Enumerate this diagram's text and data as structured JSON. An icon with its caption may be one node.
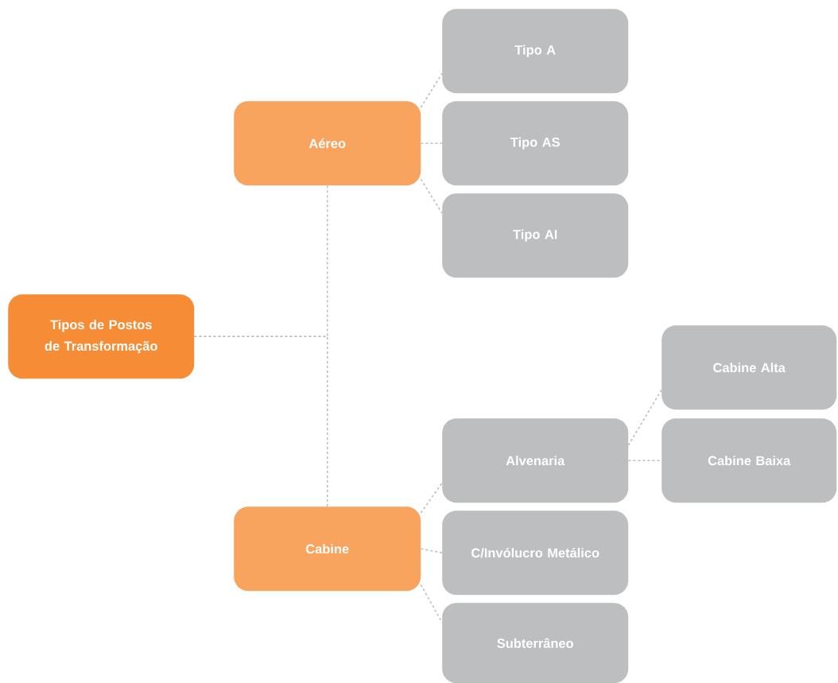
{
  "diagram": {
    "nodes": [
      {
        "text": [
          "Tipos de Postos de Transformação"
        ]
      },
      {
        "text": [
          "Aéreo"
        ]
      },
      {
        "text": [
          "Tipo A"
        ]
      },
      {
        "text": [
          "Tipo AS"
        ]
      },
      {
        "text": [
          "Tipo AI"
        ]
      },
      {
        "text": [
          "Cabine"
        ]
      },
      {
        "text": [
          "Alvenaria"
        ]
      },
      {
        "text": [
          "Cabine Alta"
        ]
      },
      {
        "text": [
          "Cabine Baixa"
        ]
      },
      {
        "text": [
          "C/Invólucro Metálico"
        ]
      },
      {
        "text": [
          "Subterrâneo"
        ]
      }
    ],
    "edges": [
      {
        "from": 0,
        "to": 1,
        "arrow": "none"
      },
      {
        "from": 0,
        "to": 5,
        "arrow": "none"
      },
      {
        "from": 1,
        "to": 2,
        "arrow": "none"
      },
      {
        "from": 1,
        "to": 3,
        "arrow": "none"
      },
      {
        "from": 1,
        "to": 4,
        "arrow": "none"
      },
      {
        "from": 5,
        "to": 6,
        "arrow": "none"
      },
      {
        "from": 5,
        "to": 9,
        "arrow": "none"
      },
      {
        "from": 5,
        "to": 10,
        "arrow": "none"
      },
      {
        "from": 6,
        "to": 7,
        "arrow": "none"
      },
      {
        "from": 6,
        "to": 8,
        "arrow": "none"
      }
    ]
  }
}
